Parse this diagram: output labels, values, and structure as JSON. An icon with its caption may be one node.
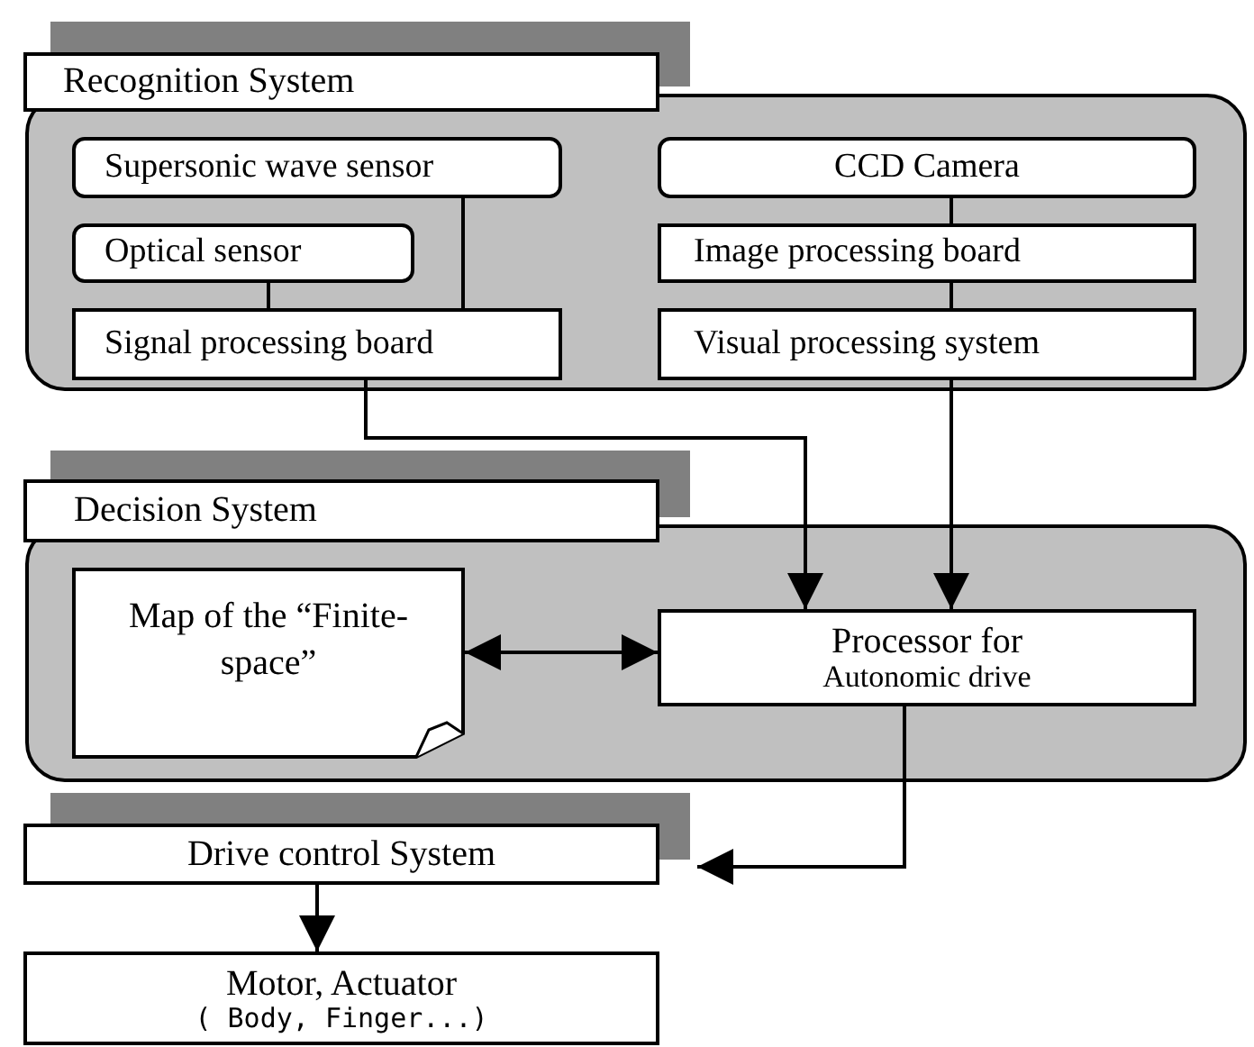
{
  "diagram": {
    "nodes": [
      {
        "text": [
          "Recognition System"
        ]
      },
      {
        "text": [
          "Supersonic wave sensor"
        ],
        "in": 0
      },
      {
        "text": [
          "Optical sensor"
        ],
        "in": 0
      },
      {
        "text": [
          "Signal processing board"
        ],
        "in": 0
      },
      {
        "text": [
          "CCD Camera"
        ],
        "in": 0
      },
      {
        "text": [
          "Image processing board"
        ],
        "in": 0
      },
      {
        "text": [
          "Visual processing system"
        ],
        "in": 0
      },
      {
        "text": [
          "Decision System"
        ]
      },
      {
        "text": [
          "Map of the “Finite-space”"
        ],
        "in": 7
      },
      {
        "text": [
          "Processor for",
          "Autonomic drive"
        ],
        "in": 7
      },
      {
        "text": [
          "Drive control System"
        ]
      },
      {
        "text": [
          "Motor, Actuator",
          "( Body, Finger...)"
        ]
      }
    ],
    "edges": [
      {
        "from": 1,
        "to": 3,
        "arrow": "none"
      },
      {
        "from": 2,
        "to": 3,
        "arrow": "none"
      },
      {
        "from": 4,
        "to": 5,
        "arrow": "none"
      },
      {
        "from": 5,
        "to": 6,
        "arrow": "none"
      },
      {
        "from": 3,
        "to": 9,
        "arrow": "to"
      },
      {
        "from": 6,
        "to": 9,
        "arrow": "to"
      },
      {
        "from": 8,
        "to": 9,
        "arrow": "both"
      },
      {
        "from": 9,
        "to": 10,
        "arrow": "to"
      },
      {
        "from": 10,
        "to": 11,
        "arrow": "to"
      }
    ]
  }
}
